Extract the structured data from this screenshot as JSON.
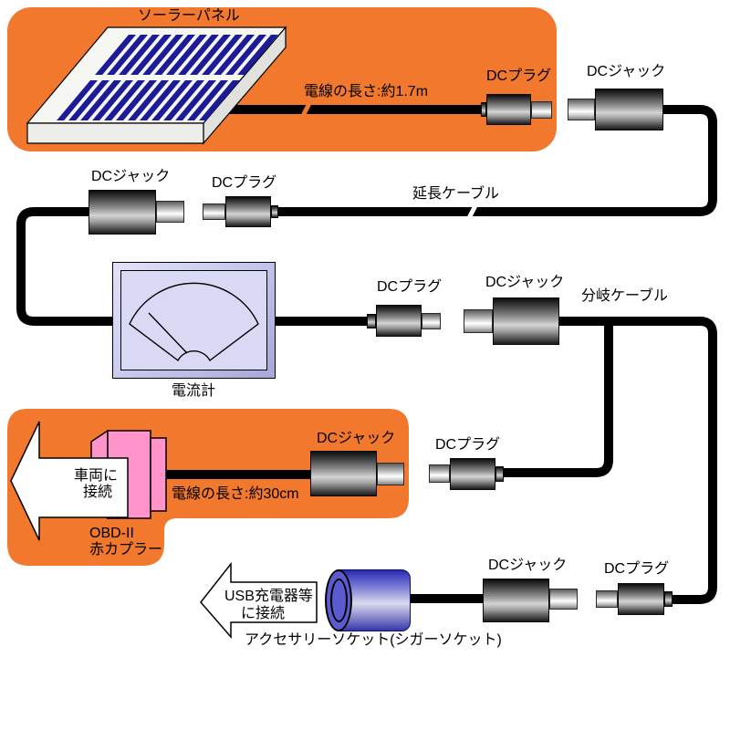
{
  "solar_section": {
    "panel_label": "ソーラーパネル",
    "cable_length": "電線の長さ:約1.7m",
    "plug_label": "DCプラグ",
    "jack_label": "DCジャック"
  },
  "extension_section": {
    "jack_label": "DCジャック",
    "plug_label": "DCプラグ",
    "cable_label": "延長ケーブル"
  },
  "meter_section": {
    "label": "電流計"
  },
  "branch_section": {
    "plug_label": "DCプラグ",
    "jack_label": "DCジャック",
    "cable_label": "分岐ケーブル"
  },
  "obd_section": {
    "arrow_line1": "車両に",
    "arrow_line2": "接続",
    "connector_line1": "OBD-II",
    "connector_line2": "赤カプラー",
    "cable_length": "電線の長さ:約30cm",
    "jack_label": "DCジャック",
    "plug_label": "DCプラグ"
  },
  "socket_section": {
    "arrow_line1": "USB充電器等",
    "arrow_line2": "に接続",
    "label": "アクセサリーソケット(シガーソケット)",
    "jack_label": "DCジャック",
    "plug_label": "DCプラグ"
  },
  "colors": {
    "box_orange": "#f1782c",
    "connector_pink": "#ff94ca",
    "socket_blue": "#5b5bcf",
    "meter_lavender": "#d9d9f6",
    "solar_cell_blue": "#1c1c96",
    "cable_black": "#000000"
  }
}
